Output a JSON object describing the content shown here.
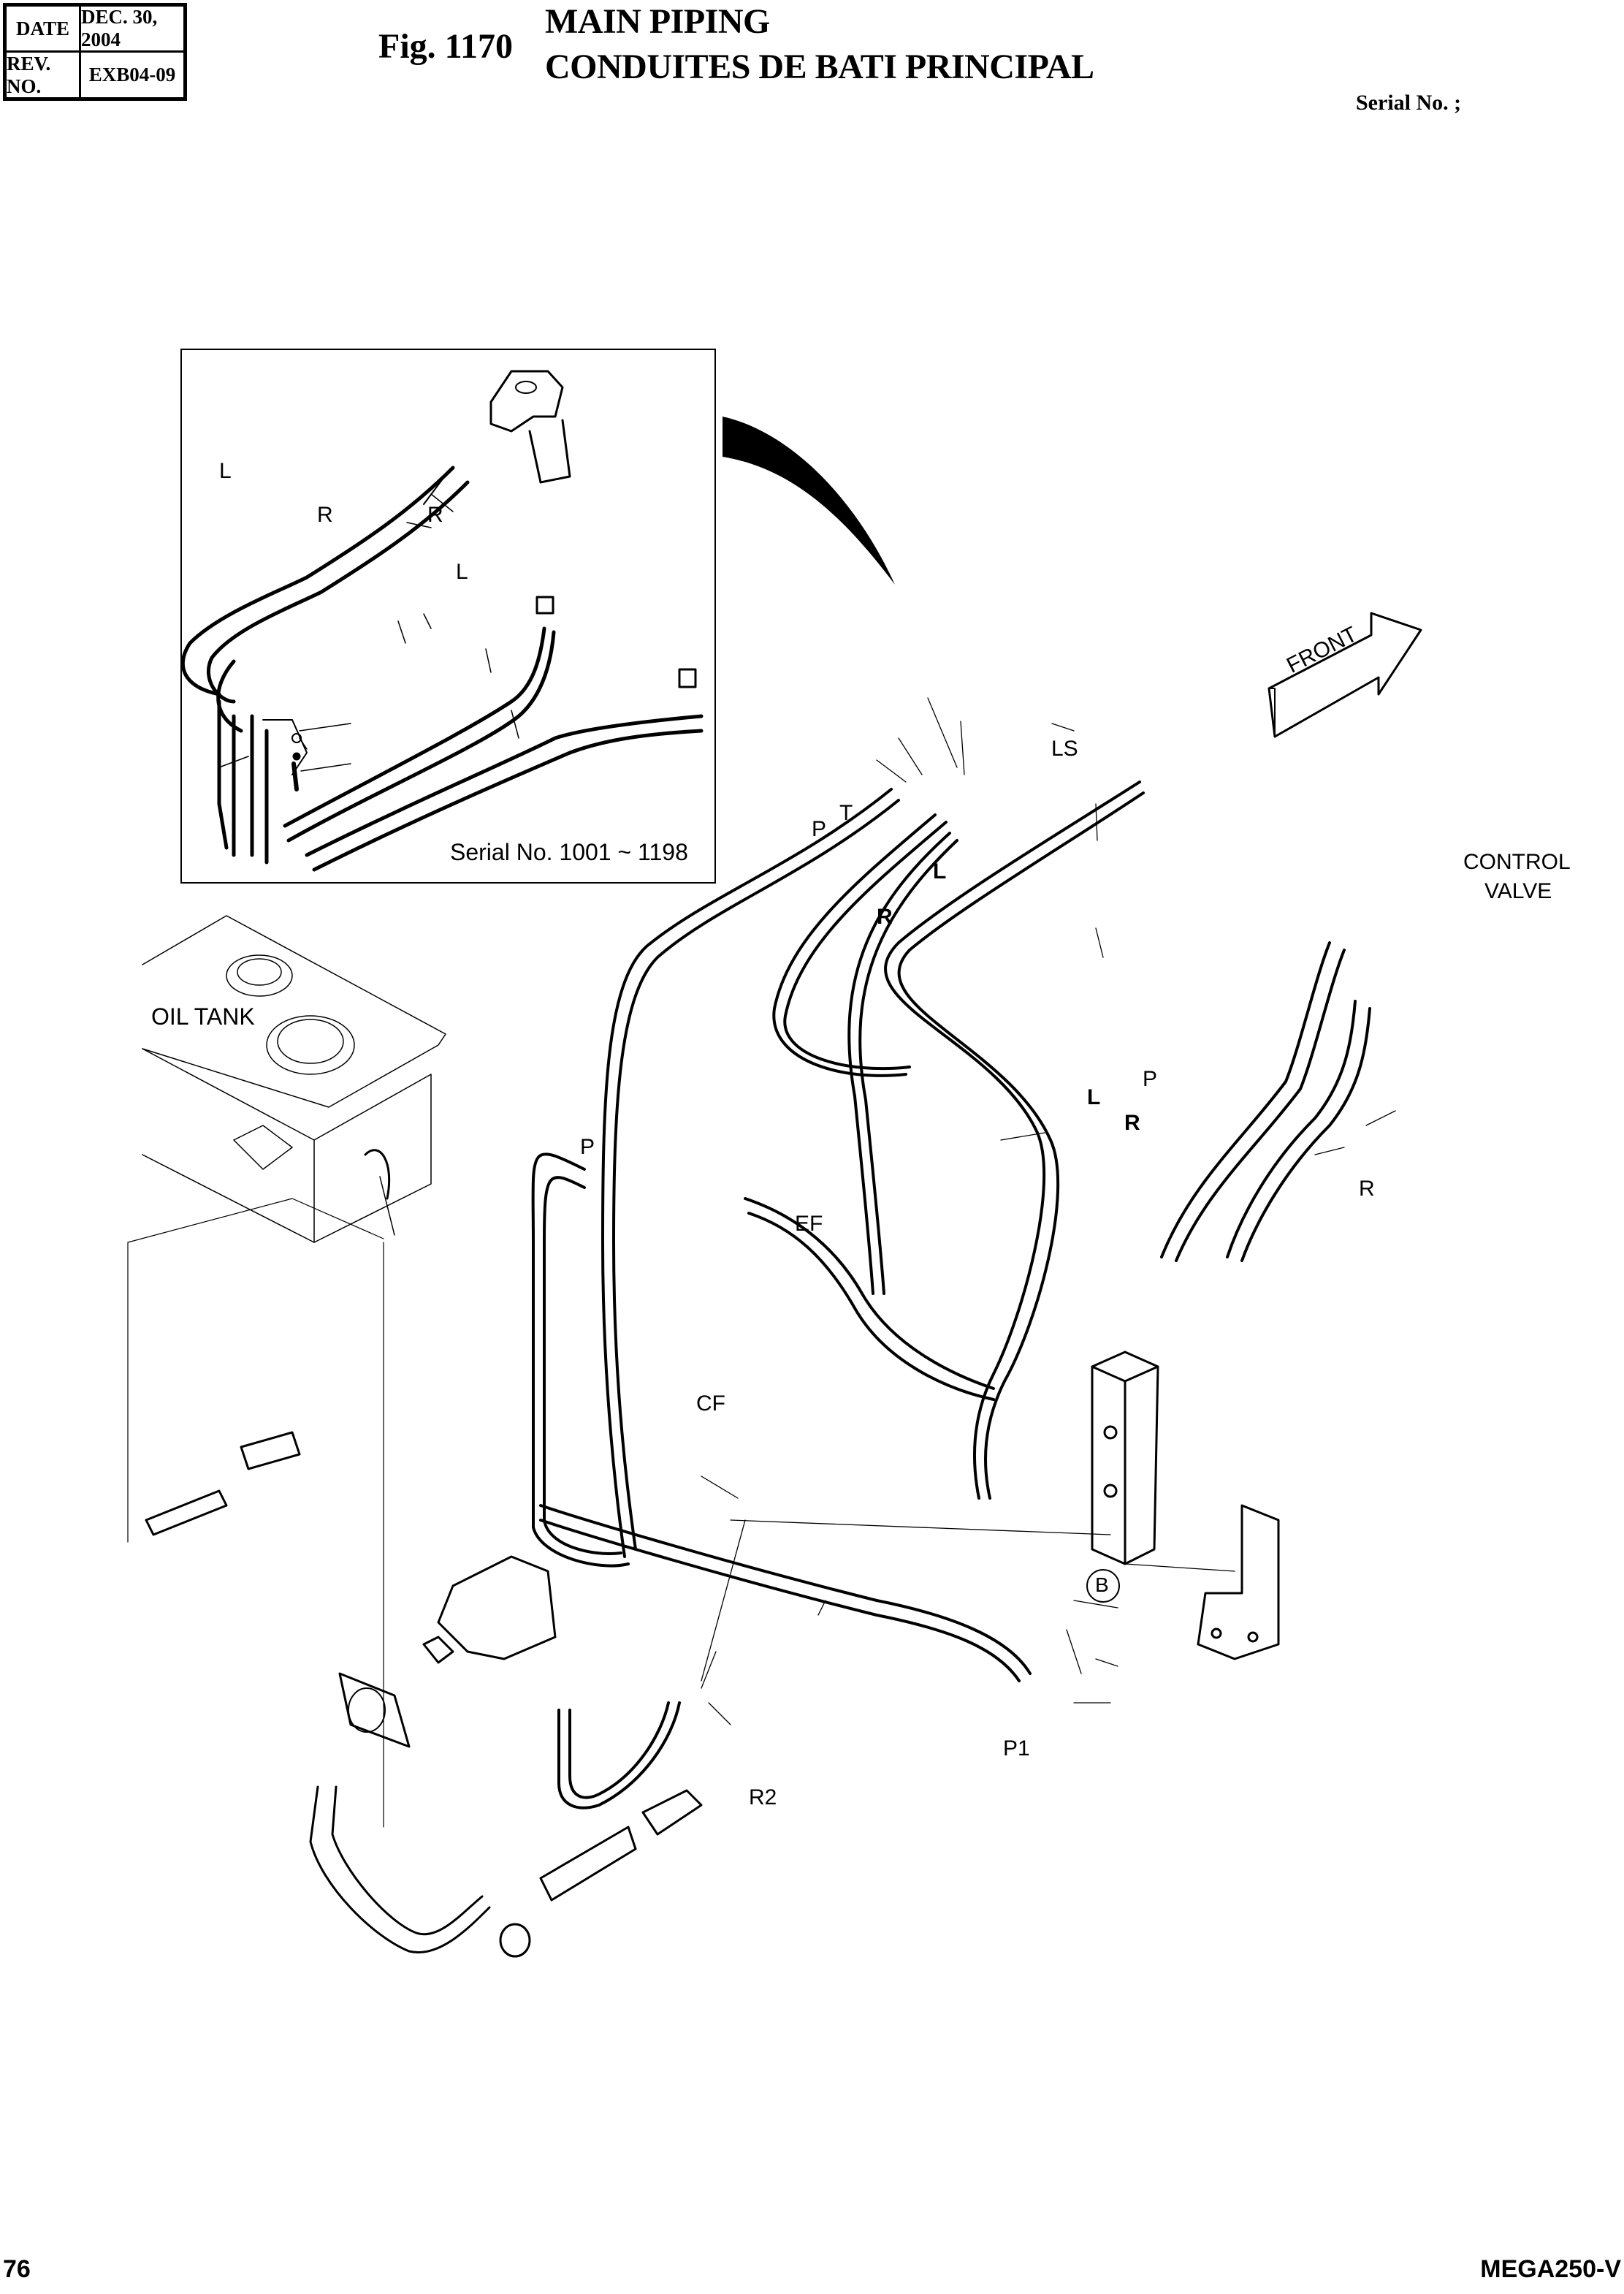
{
  "header": {
    "date_label": "DATE",
    "date_value": "DEC. 30, 2004",
    "rev_label": "REV. NO.",
    "rev_value": "EXB04-09",
    "figure_number": "Fig. 1170",
    "title_en": "MAIN PIPING",
    "title_fr": "CONDUITES DE BATI PRINCIPAL",
    "serial_label": "Serial No. ;"
  },
  "inset": {
    "serial_range": "Serial No. 1001 ~ 1198",
    "labels": [
      "L",
      "R",
      "R",
      "L"
    ]
  },
  "diagram": {
    "oil_tank_label": "OIL TANK",
    "front_arrow_label": "FRONT",
    "control_valve_label_line1": "CONTROL",
    "control_valve_label_line2": "VALVE",
    "port_labels": {
      "ls": "LS",
      "t": "T",
      "p_top": "P",
      "l_top": "L",
      "r_top": "R",
      "l_bracket": "L",
      "r_bracket": "R",
      "p_right": "P",
      "r_right": "R",
      "p_left": "P",
      "ef": "EF",
      "cf": "CF",
      "b_circle": "B",
      "p1": "P1",
      "r2": "R2"
    }
  },
  "footer": {
    "page_number": "76",
    "model": "MEGA250-V"
  }
}
